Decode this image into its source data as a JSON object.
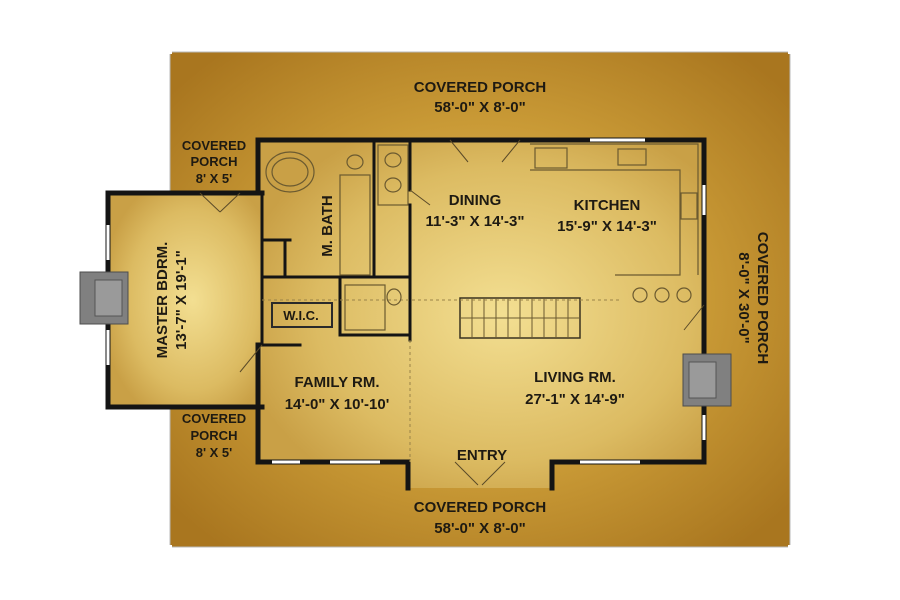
{
  "rooms": {
    "porch_top": {
      "name": "COVERED PORCH",
      "size": "58'-0\" X 8'-0\""
    },
    "porch_bottom": {
      "name": "COVERED PORCH",
      "size": "58'-0\" X 8'-0\""
    },
    "porch_right": {
      "name": "COVERED PORCH",
      "size": "8'-0\" X 30'-0\""
    },
    "porch_small_top": {
      "name_1": "COVERED",
      "name_2": "PORCH",
      "size": "8' X 5'"
    },
    "porch_small_bottom": {
      "name_1": "COVERED",
      "name_2": "PORCH",
      "size": "8' X 5'"
    },
    "master_bedroom": {
      "name": "MASTER BDRM.",
      "size": "13'-7\" X 19'-1\""
    },
    "master_bath": {
      "name": "M. BATH"
    },
    "wic": {
      "name": "W.I.C."
    },
    "dining": {
      "name": "DINING",
      "size": "11'-3\" X 14'-3\""
    },
    "kitchen": {
      "name": "KITCHEN",
      "size": "15'-9\" X 14'-3\""
    },
    "family_room": {
      "name": "FAMILY RM.",
      "size": "14'-0\" X 10'-10'"
    },
    "living_room": {
      "name": "LIVING RM.",
      "size": "27'-1\" X 14'-9\""
    },
    "entry": {
      "name": "ENTRY"
    }
  },
  "colors": {
    "porch_outer": "#a9761f",
    "porch_mid": "#c99a36",
    "interior_center": "#f1db8a",
    "interior_edge": "#cda54a",
    "wall": "#141414",
    "fireplace": "#7a7a7a"
  }
}
